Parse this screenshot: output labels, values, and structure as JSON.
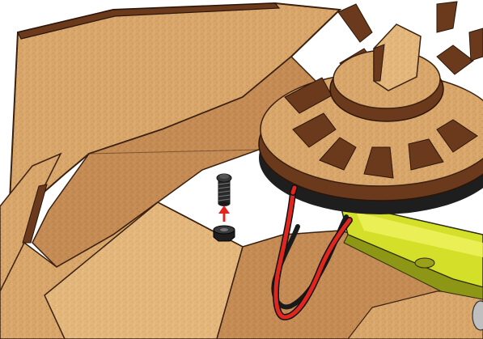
{
  "diagram": {
    "type": "assembly-illustration",
    "step_action": "insert-screw-into-nut",
    "arrow_direction": "up",
    "parts": [
      {
        "name": "wooden-panel",
        "material": "cork/MDF"
      },
      {
        "name": "gear-wheel",
        "material": "wood"
      },
      {
        "name": "screw",
        "color": "#2a2a2a"
      },
      {
        "name": "hex-nut",
        "color": "#1e1e1e"
      },
      {
        "name": "motor-housing",
        "color": "#d4df2a"
      },
      {
        "name": "wire-pair",
        "colors": [
          "#e0261e",
          "#1a1a1a"
        ]
      }
    ],
    "colors": {
      "wood_light": "#d9a96a",
      "wood_shade": "#c8935a",
      "wood_edge": "#5a3018",
      "arrow": "#e0261e",
      "yellow_part": "#d4df2a"
    }
  }
}
